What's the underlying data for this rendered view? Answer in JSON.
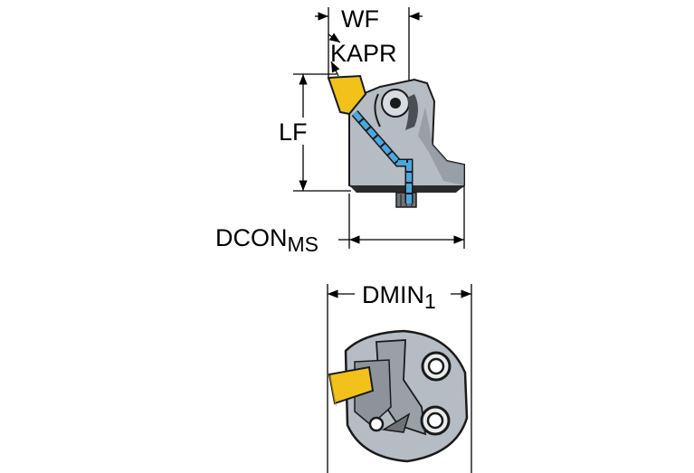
{
  "labels": {
    "wf": "WF",
    "kapr": "KAPR",
    "lf": "LF",
    "dcon": "DCON",
    "dcon_sub": "MS",
    "dmin": "DMIN",
    "dmin_sub": "1"
  },
  "colors": {
    "insert": "#f2c21b",
    "body": "#b6bcc4",
    "coolant": "#4aa7e0",
    "outline": "#1a1a1a"
  }
}
